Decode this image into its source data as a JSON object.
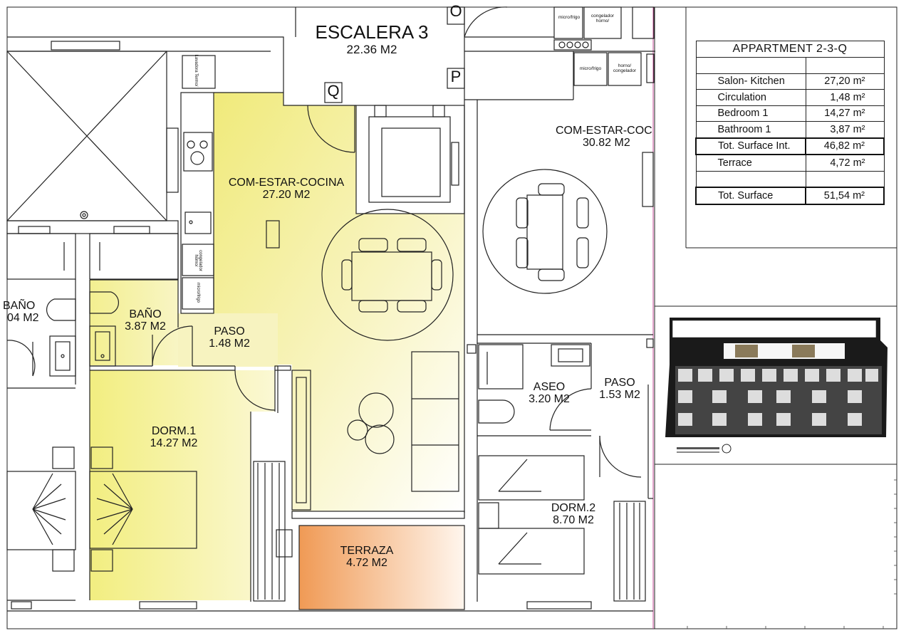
{
  "staircase": {
    "name": "ESCALERA 3",
    "area": "22.36 M2"
  },
  "rooms": {
    "living": {
      "name": "COM-ESTAR-COCINA",
      "area": "27.20 M2"
    },
    "bath": {
      "name": "BAÑO",
      "area": "3.87 M2"
    },
    "paso": {
      "name": "PASO",
      "area": "1.48 M2"
    },
    "dorm1": {
      "name": "DORM.1",
      "area": "14.27 M2"
    },
    "terraza": {
      "name": "TERRAZA",
      "area": "4.72 M2"
    },
    "neighbor_bath_partial": {
      "name": "BAÑO",
      "area": "04 M2"
    },
    "neighbor_living": {
      "name": "COM-ESTAR-COC",
      "area": "30.82 M2"
    },
    "aseo": {
      "name": "ASEO",
      "area": "3.20 M2"
    },
    "paso2": {
      "name": "PASO",
      "area": "1.53 M2"
    },
    "dorm2": {
      "name": "DORM.2",
      "area": "8.70 M2"
    }
  },
  "markers": {
    "o": "O",
    "p": "P",
    "q": "Q"
  },
  "appliances": {
    "micro": "micro/frigo",
    "congelador": "congelador horno/",
    "horno": "horno/ congelador",
    "lavadora": "Lavadora Termo/",
    "cong_side": "congelador horno/",
    "micro_side": "micro/frigo"
  },
  "table": {
    "title": "APPARTMENT 2-3-Q",
    "rows": [
      {
        "label": "",
        "value": ""
      },
      {
        "label": "Salon- Kitchen",
        "value": "27,20 m²"
      },
      {
        "label": "Circulation",
        "value": "1,48 m²"
      },
      {
        "label": "Bedroom 1",
        "value": "14,27 m²"
      },
      {
        "label": "Bathroom 1",
        "value": "3,87 m²"
      },
      {
        "label": "Tot. Surface Int.",
        "value": "46,82 m²"
      },
      {
        "label": "Terrace",
        "value": "4,72 m²"
      },
      {
        "label": "",
        "value": ""
      },
      {
        "label": "Tot. Surface",
        "value": "51,54 m²"
      }
    ]
  },
  "colors": {
    "yellow": "#f4f08a",
    "orange": "#f2a464",
    "line": "#222222",
    "magenta": "#c8509c"
  }
}
